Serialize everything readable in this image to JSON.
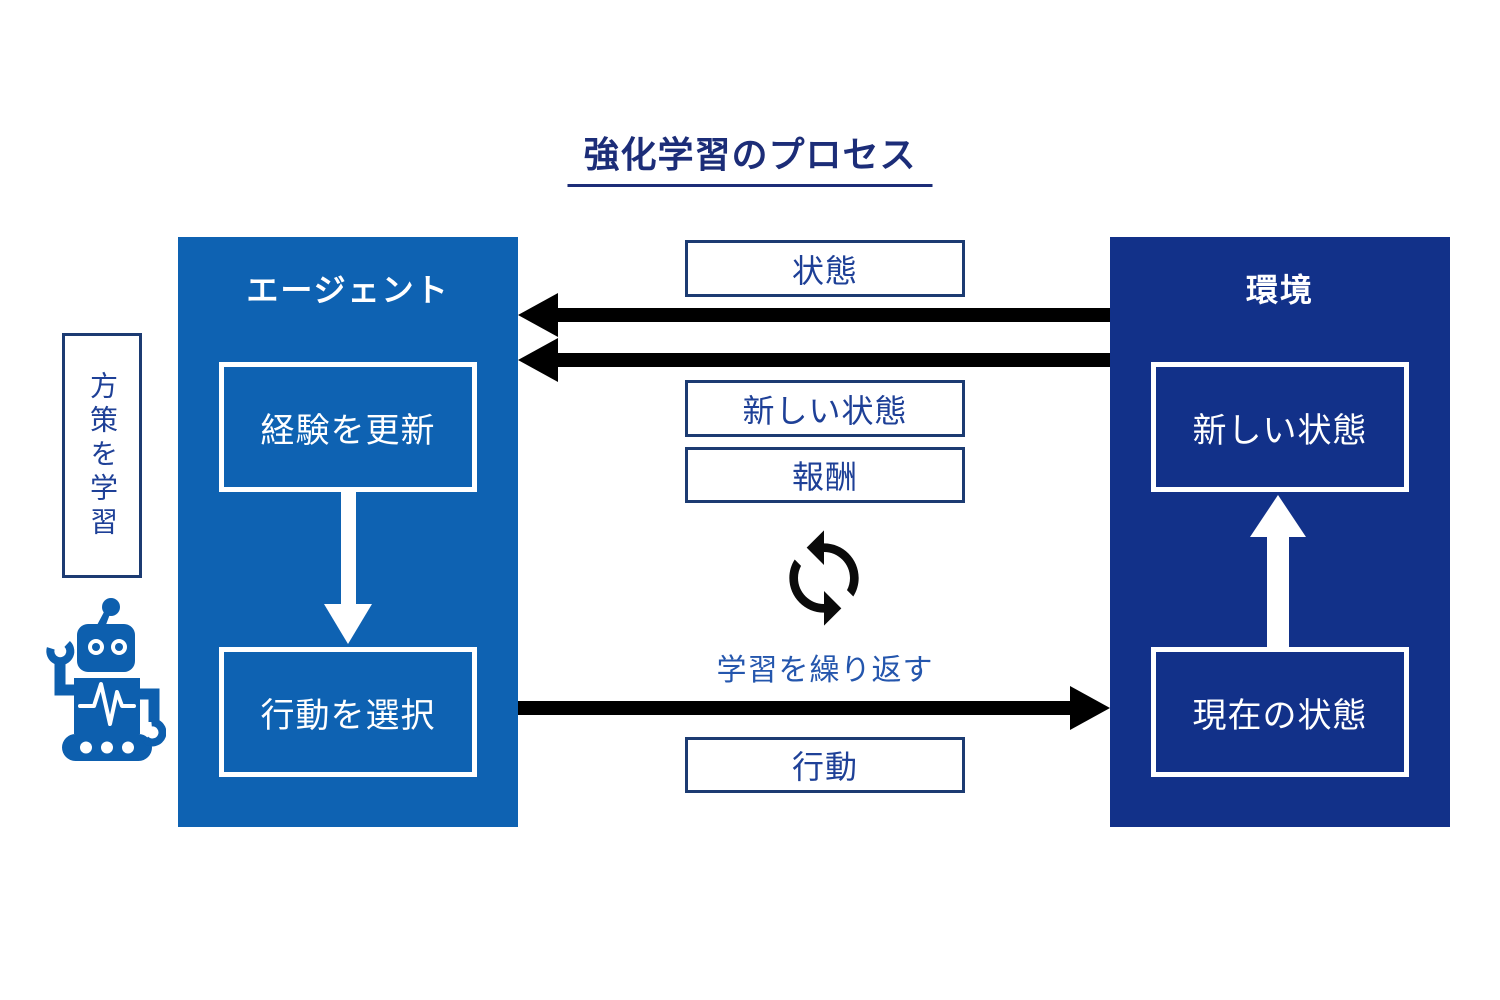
{
  "title": {
    "text": "強化学習のプロセス"
  },
  "agent": {
    "label": "エージェント",
    "steps": [
      {
        "label": "経験を更新"
      },
      {
        "label": "行動を選択"
      }
    ]
  },
  "environment": {
    "label": "環境",
    "states": [
      {
        "label": "新しい状態"
      },
      {
        "label": "現在の状態"
      }
    ]
  },
  "flow": {
    "state": "状態",
    "new_state": "新しい状態",
    "reward": "報酬",
    "action": "行動",
    "loop_label": "学習を繰り返す"
  },
  "policy_note": {
    "label": "方策を学習"
  },
  "icons": {
    "cycle": "cycle-arrows-icon",
    "robot": "robot-icon"
  },
  "colors": {
    "agent_blue": "#0e62b2",
    "environment_navy": "#123189",
    "title_navy": "#1c2d78",
    "label_blue": "#1e4097",
    "loop_label_blue": "#2456ad",
    "box_border_navy": "#1c3b72",
    "arrow_black": "#000000",
    "white": "#ffffff"
  }
}
